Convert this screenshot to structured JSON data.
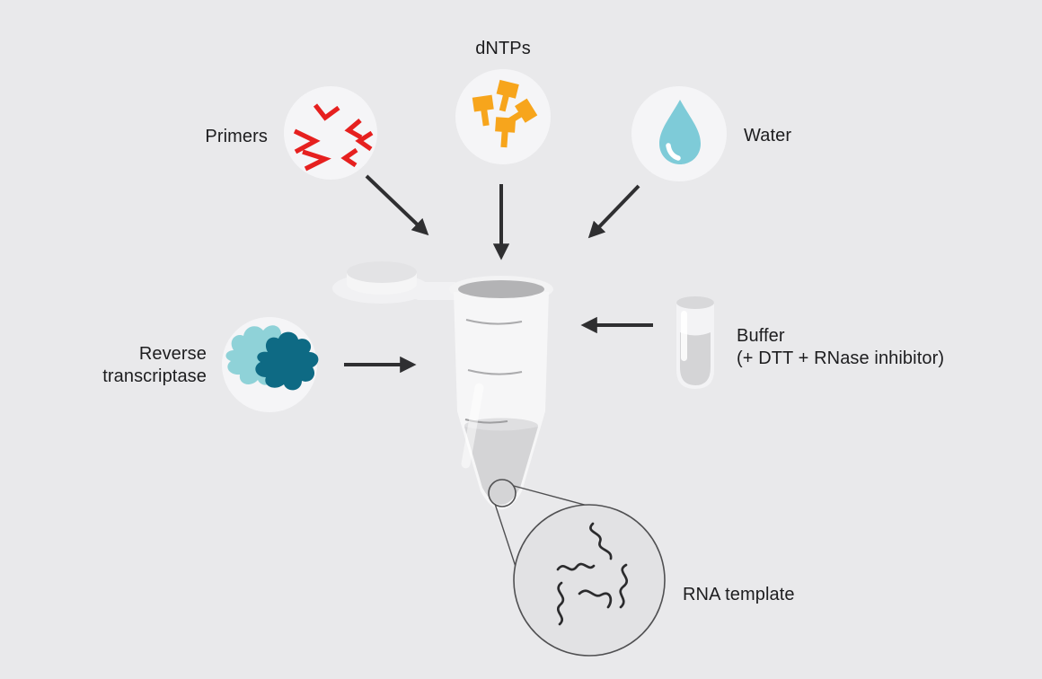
{
  "diagram": {
    "name": "reverse-transcription-reaction-setup",
    "labels": {
      "primers": "Primers",
      "dntps": "dNTPs",
      "water": "Water",
      "reverse_transcriptase": {
        "line1": "Reverse",
        "line2": "transcriptase"
      },
      "buffer": {
        "line1": "Buffer",
        "line2": "(+ DTT + RNase inhibitor)"
      },
      "rna_template": "RNA template"
    },
    "icons": {
      "primers": "red-chevron-oligos-icon",
      "dntps": "orange-nucleotide-tack-icon",
      "water": "water-droplet-icon",
      "reverse_transcriptase": "enzyme-blob-icon",
      "buffer": "small-tube-icon",
      "rna_template": "magnified-rna-strands-icon",
      "arrows": "dark-arrow-into-tube"
    },
    "colors": {
      "background": "#e9e9eb",
      "icon_circle_bg": "#f5f5f7",
      "primer_red": "#e6201f",
      "dntp_orange": "#f7a51c",
      "water_blue": "#7ecbd8",
      "enzyme_light_teal": "#8fd2d8",
      "enzyme_dark_teal": "#0e6a84",
      "arrow_dark": "#2f2f31",
      "text_dark": "#1d1d1f",
      "tube_body": "#f6f6f7",
      "tube_opening": "#b3b3b5",
      "liquid_gray": "#d4d4d6",
      "magnifier_fill": "#e2e2e4",
      "outline_gray": "#505052"
    }
  }
}
